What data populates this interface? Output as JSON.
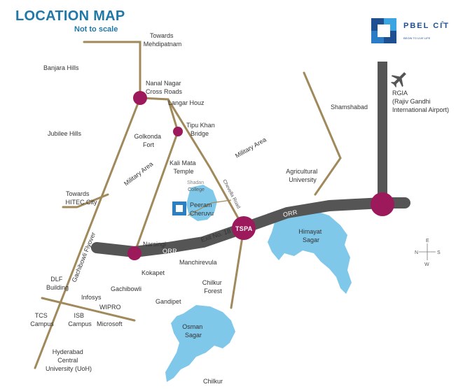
{
  "header": {
    "title": "LOCATION MAP",
    "subtitle": "Not to scale"
  },
  "brand": {
    "name": "PBEL CITY",
    "tagline": "BEGIN TO LIVE LIFE",
    "registered": "®"
  },
  "colors": {
    "road_brown": "#a08a5c",
    "orr_gray": "#555555",
    "marker_purple": "#9c1a5b",
    "water_blue": "#7fc8ea",
    "title_blue": "#1f78a8"
  },
  "icons": {
    "airport": "airplane-icon",
    "project": "pbel-logo-icon",
    "compass": "compass-icon"
  },
  "labels": {
    "towards_mehdipatnam": [
      "Towards",
      "Mehdipatnam"
    ],
    "banjara_hills": "Banjara Hills",
    "nanal_nagar": [
      "Nanal Nagar",
      "Cross Roads"
    ],
    "langar_houz": "Langar Houz",
    "tipu_khan": [
      "Tipu Khan",
      "Bridge"
    ],
    "jubilee_hills": "Jubilee Hills",
    "golkonda": [
      "Golkonda",
      "Fort"
    ],
    "military_area_1": "Military Area",
    "military_area_2": "Military Area",
    "kali_mata": [
      "Kali Mata",
      "Temple"
    ],
    "shadan": [
      "Shadan",
      "College"
    ],
    "chevella_road": "Chevella Road",
    "peeram": [
      "Peeram",
      "Cheruvu"
    ],
    "towards_hitec": [
      "Towards",
      "HITEC City"
    ],
    "narsingi": "Narsingi",
    "orr_west": "ORR",
    "orr_east": "ORR",
    "exit18": "Exit No. 18",
    "tspa": "TSPA",
    "manchirevula": "Manchirevula",
    "kokapet": "Kokapet",
    "gachibowli_flyover": "Gachibowli Flyover",
    "dlf": [
      "DLF",
      "Building"
    ],
    "infosys": "Infosys",
    "gachibowli": "Gachibowli",
    "wipro": "WIPRO",
    "gandipet": "Gandipet",
    "chilkur_forest": [
      "Chilkur",
      "Forest"
    ],
    "tcs": [
      "TCS",
      "Campus"
    ],
    "isb": [
      "ISB",
      "Campus"
    ],
    "microsoft": "Microsoft",
    "osman_sagar": [
      "Osman",
      "Sagar"
    ],
    "hcu": [
      "Hyderabad",
      "Central",
      "University (UoH)"
    ],
    "chilkur": "Chilkur",
    "shamshabad": "Shamshabad",
    "agri_univ": [
      "Agricultural",
      "University"
    ],
    "himayat_sagar": [
      "Himayat",
      "Sagar"
    ],
    "rgia": [
      "RGIA",
      "(Rajiv Gandhi",
      "International Airport)"
    ],
    "compass_n": "N",
    "compass_e": "E",
    "compass_s": "S",
    "compass_w": "W"
  }
}
